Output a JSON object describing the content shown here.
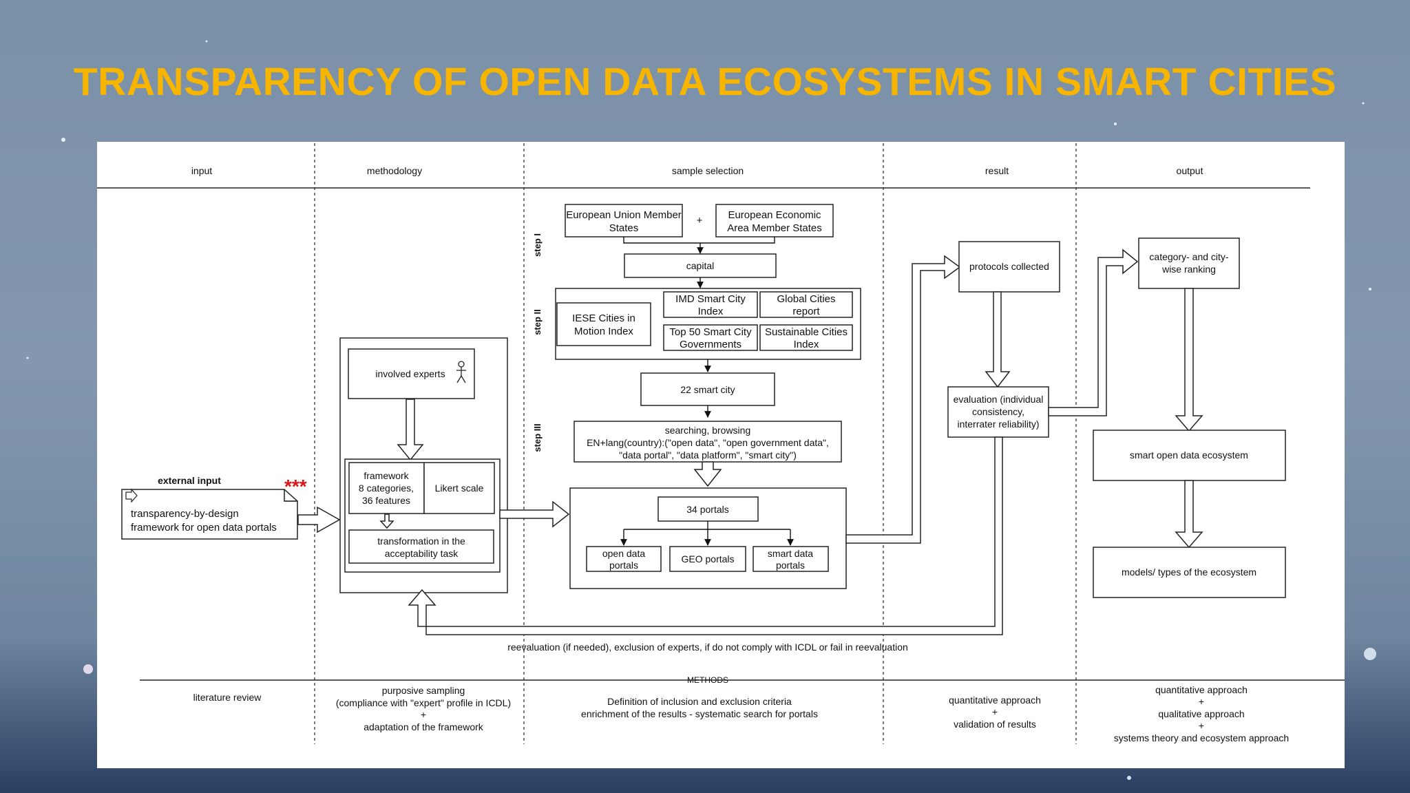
{
  "title": "TRANSPARENCY OF OPEN DATA ECOSYSTEMS IN SMART CITIES",
  "columns": {
    "input": "input",
    "methodology": "methodology",
    "sample_selection": "sample selection",
    "result": "result",
    "output": "output"
  },
  "steps": {
    "step1": "step I",
    "step2": "step II",
    "step3": "step III"
  },
  "input": {
    "external_label": "external input",
    "doc_line1": "transparency-by-design",
    "doc_line2": "framework for open data portals",
    "marker": "***"
  },
  "methodology": {
    "experts": "involved experts",
    "framework_line1": "framework",
    "framework_line2": "8 categories,",
    "framework_line3": "36 features",
    "likert": "Likert scale",
    "transform_line1": "transformation in the",
    "transform_line2": "acceptability task"
  },
  "sample": {
    "eu_line1": "European Union Member",
    "eu_line2": "States",
    "plus": "+",
    "eea_line1": "European Economic",
    "eea_line2": "Area Member States",
    "capital": "capital",
    "iese_line1": "IESE Cities in",
    "iese_line2": "Motion Index",
    "imd_line1": "IMD Smart City",
    "imd_line2": "Index",
    "global_line1": "Global Cities",
    "global_line2": "report",
    "top50_line1": "Top 50 Smart City",
    "top50_line2": "Governments",
    "sust_line1": "Sustainable Cities",
    "sust_line2": "Index",
    "smart22": "22 smart city",
    "search_line1": "searching, browsing",
    "search_line2": "EN+lang(country):(\"open data\", \"open government data\",",
    "search_line3": "\"data portal\", \"data platform\", \"smart city\")",
    "portals34": "34 portals",
    "open_line1": "open data",
    "open_line2": "portals",
    "geo": "GEO portals",
    "smartdata_line1": "smart data",
    "smartdata_line2": "portals"
  },
  "result": {
    "protocols": "protocols collected",
    "eval_line1": "evaluation (individual",
    "eval_line2": "consistency,",
    "eval_line3": "interrater reliability)"
  },
  "output": {
    "ranking_line1": "category- and city-",
    "ranking_line2": "wise ranking",
    "ecosystem": "smart open data ecosystem",
    "models": "models/ types of the ecosystem"
  },
  "reevaluation": "reevaluation (if needed), exclusion of experts, if do not comply with ICDL or fail in reevaluation",
  "methods": {
    "label": "METHODS",
    "input": "literature review",
    "meth_line1": "purposive sampling",
    "meth_line2": "(compliance with \"expert\" profile in ICDL)",
    "meth_plus": "+",
    "meth_line3": "adaptation of the framework",
    "sample_line1": "Definition of inclusion and exclusion criteria",
    "sample_line2": "enrichment of the results - systematic search for portals",
    "result_line1": "quantitative approach",
    "result_plus": "+",
    "result_line2": "validation of results",
    "output_line1": "quantitative approach",
    "output_plus1": "+",
    "output_line2": "qualitative approach",
    "output_plus2": "+",
    "output_line3": "systems theory and ecosystem approach"
  },
  "colors": {
    "title": "#f7b500",
    "marker": "#d81818"
  }
}
